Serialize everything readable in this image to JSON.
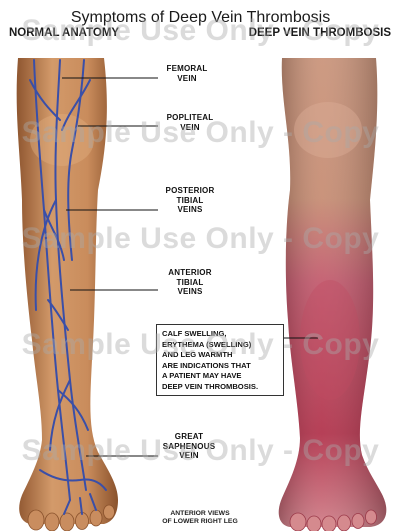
{
  "title": "Symptoms of Deep Vein Thrombosis",
  "left_heading": "NORMAL ANATOMY",
  "right_heading": "DEEP VEIN THROMBOSIS",
  "labels": {
    "femoral": [
      "FEMORAL",
      "VEIN"
    ],
    "popliteal": [
      "POPLITEAL",
      "VEIN"
    ],
    "posterior_tibial": [
      "POSTERIOR",
      "TIBIAL",
      "VEINS"
    ],
    "anterior_tibial": [
      "ANTERIOR",
      "TIBIAL",
      "VEINS"
    ],
    "great_saphenous": [
      "GREAT",
      "SAPHENOUS",
      "VEIN"
    ]
  },
  "callout_lines": [
    "CALF SWELLING,",
    "ERYTHEMA (SWELLING)",
    "AND LEG WARMTH",
    "ARE INDICATIONS THAT",
    "A PATIENT MAY HAVE",
    "DEEP VEIN THROMBOSIS."
  ],
  "footer_lines": [
    "ANTERIOR VIEWS",
    "OF LOWER RIGHT LEG"
  ],
  "watermark": "Sample Use Only - Copy",
  "colors": {
    "skin_normal": "#c8895a",
    "skin_normal_shadow": "#9c6238",
    "skin_dvt": "#c98a72",
    "erythema": "#b8344a",
    "vein": "#3a4fa8"
  }
}
